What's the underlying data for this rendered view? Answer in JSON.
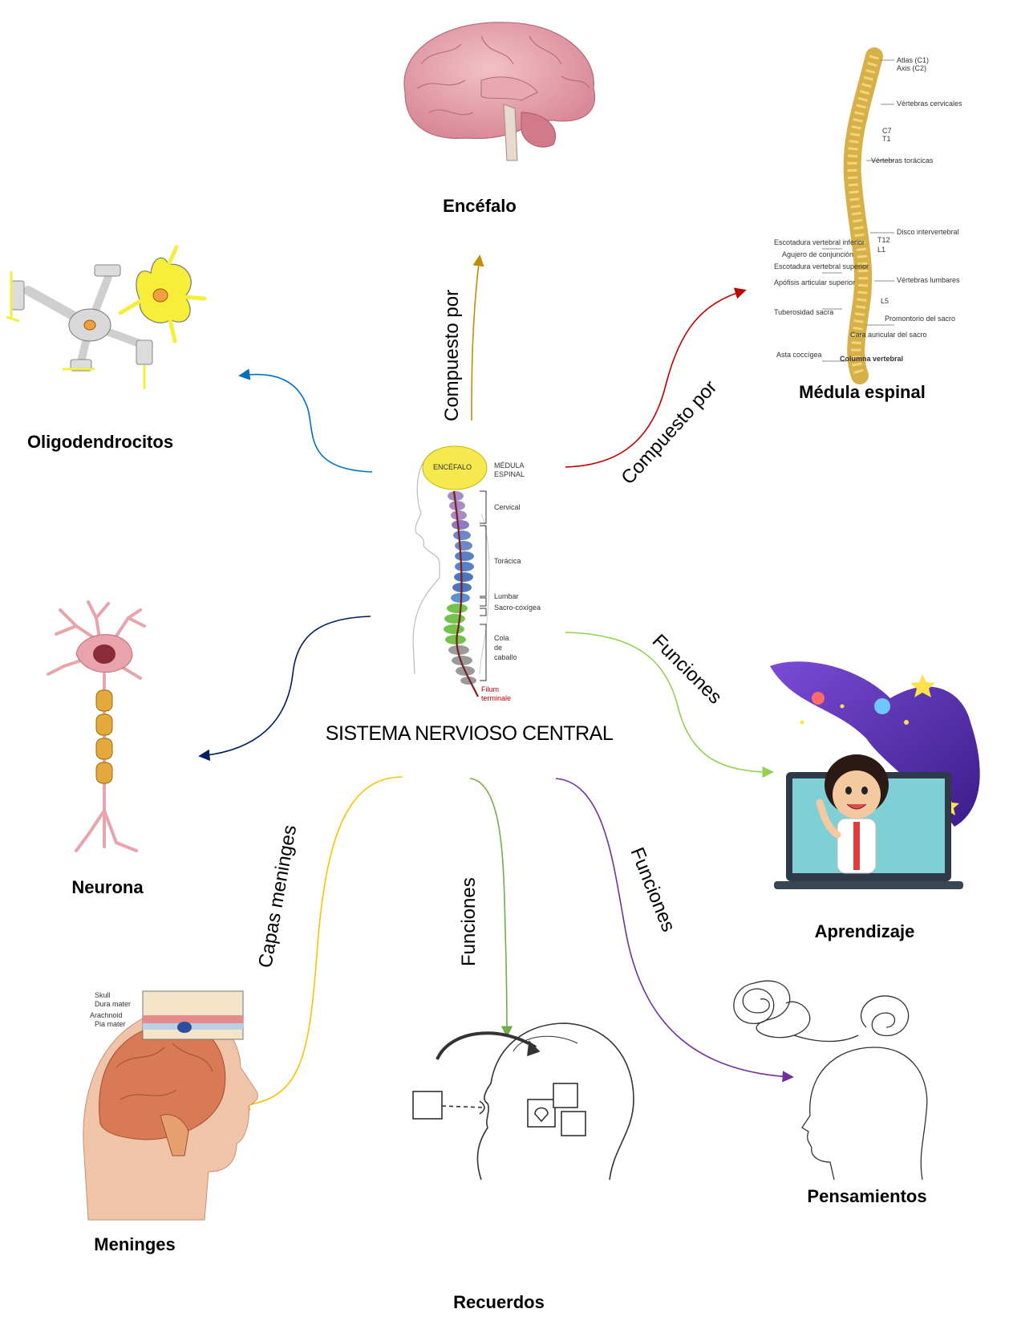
{
  "center": {
    "title": "SISTEMA NERVIOSO CENTRAL",
    "figure_labels": {
      "encefalo": "ENCÉFALO",
      "medula": [
        "MÉDULA",
        "ESPINAL"
      ],
      "cervical": "Cervical",
      "toracica": "Torácica",
      "lumbar": "Lumbar",
      "sacro": "Sacro-coxígea",
      "cola": [
        "Cola",
        "de",
        "caballo"
      ],
      "filum": [
        "Filum",
        "terminale"
      ]
    }
  },
  "nodes": {
    "encefalo": "Encéfalo",
    "medula": "Médula espinal",
    "oligodendrocitos": "Oligodendrocitos",
    "neurona": "Neurona",
    "aprendizaje": "Aprendizaje",
    "meninges": "Meninges",
    "recuerdos": "Recuerdos",
    "pensamientos": "Pensamientos"
  },
  "edge_labels": {
    "encefalo": "Compuesto por",
    "medula": "Compuesto por",
    "aprendizaje": "Funciones",
    "meninges": "Capas meninges",
    "recuerdos": "Funciones",
    "pensamientos": "Funciones"
  },
  "colors": {
    "encefalo": "#bf8f00",
    "medula": "#c00000",
    "oligodendrocitos": "#0070c0",
    "neurona": "#002060",
    "aprendizaje": "#92d050",
    "meninges": "#ffc000",
    "recuerdos": "#70ad47",
    "pensamientos": "#7030a0"
  },
  "spine_figure": {
    "column_title": "Columna vertebral",
    "labels": [
      "Atlas (C1)",
      "Axis (C2)",
      "Vértebras cervicales",
      "C7",
      "T1",
      "Vértebras torácicas",
      "Disco intervertebral",
      "T12",
      "L1",
      "Vértebras lumbares",
      "L5",
      "Promontorio del sacro",
      "Escotadura vertebral inferior",
      "Agujero de conjunción",
      "Escotadura vertebral superior",
      "Apófisis articular superior",
      "Tuberosidad sacra",
      "Cara auricular del sacro",
      "Asta coccígea"
    ]
  },
  "meninges_figure": {
    "labels": [
      "Skull",
      "Dura mater",
      "Arachnoid",
      "Pia mater"
    ]
  }
}
